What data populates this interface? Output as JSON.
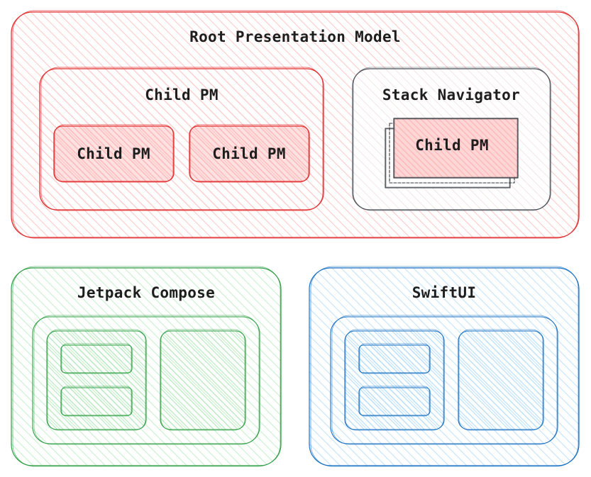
{
  "colors": {
    "red_stroke": "#e03131",
    "red_fill": "#ffc9c9",
    "green_stroke": "#2f9e44",
    "green_fill": "#b2f2bb",
    "blue_stroke": "#1971c2",
    "blue_fill": "#a5d8ff",
    "gray_stroke": "#495057",
    "text": "#1e1e1e"
  },
  "labels": {
    "root": "Root Presentation Model",
    "child_pm_outer": "Child PM",
    "child_pm_left": "Child PM",
    "child_pm_right": "Child PM",
    "stack_navigator": "Stack Navigator",
    "stack_child_pm": "Child PM",
    "jetpack_compose": "Jetpack Compose",
    "swiftui": "SwiftUI"
  }
}
